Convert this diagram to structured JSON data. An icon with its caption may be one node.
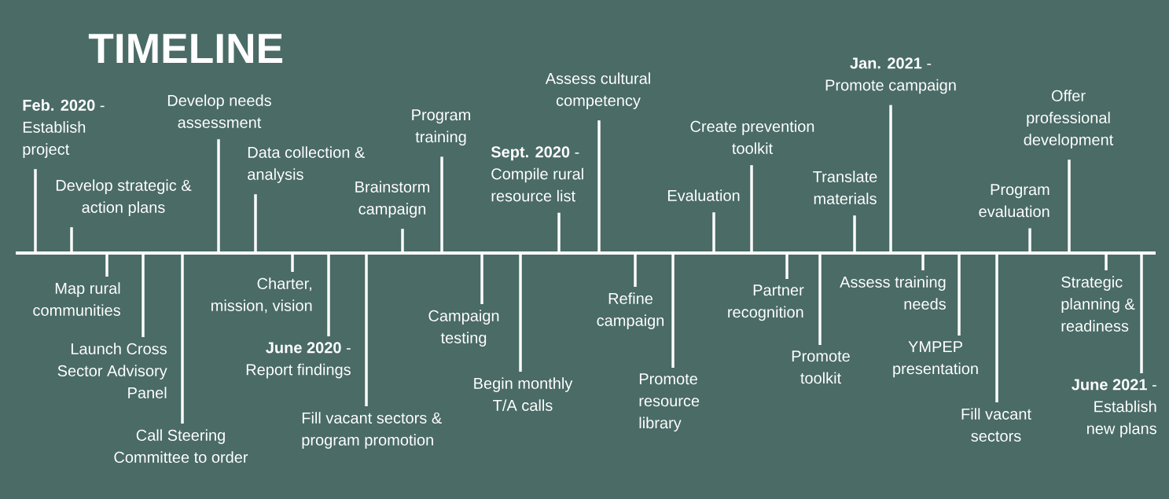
{
  "diagram": {
    "title": "TIMELINE",
    "nodes": [
      {
        "text": [],
        "shape": "bar"
      },
      {
        "text": [
          "**Feb. 2020** - Establish project"
        ]
      },
      {
        "text": [
          "Develop strategic & action plans"
        ]
      },
      {
        "text": [
          "Map rural communities"
        ]
      },
      {
        "text": [
          "Launch Cross Sector Advisory Panel"
        ]
      },
      {
        "text": [
          "Call Steering Committee to order"
        ]
      },
      {
        "text": [
          "Develop needs assessment"
        ]
      },
      {
        "text": [
          "Data collection & analysis"
        ]
      },
      {
        "text": [
          "Charter, mission, vision"
        ]
      },
      {
        "text": [
          "**June 2020** - Report findings"
        ]
      },
      {
        "text": [
          "Fill vacant sectors & program promotion"
        ]
      },
      {
        "text": [
          "Brainstorm campaign"
        ]
      },
      {
        "text": [
          "Program training"
        ]
      },
      {
        "text": [
          "Campaign testing"
        ]
      },
      {
        "text": [
          "Begin monthly T/A calls"
        ]
      },
      {
        "text": [
          "**Sept. 2020** - Compile rural resource list"
        ]
      },
      {
        "text": [
          "Assess cultural competency"
        ]
      },
      {
        "text": [
          "Refine campaign"
        ]
      },
      {
        "text": [
          "Promote resource library"
        ]
      },
      {
        "text": [
          "Evaluation"
        ]
      },
      {
        "text": [
          "Create prevention toolkit"
        ]
      },
      {
        "text": [
          "Partner recognition"
        ]
      },
      {
        "text": [
          "Promote toolkit"
        ]
      },
      {
        "text": [
          "Translate materials"
        ]
      },
      {
        "text": [
          "**Jan. 2021** - Promote campaign"
        ]
      },
      {
        "text": [
          "Assess training needs"
        ]
      },
      {
        "text": [
          "YMPEP presentation"
        ]
      },
      {
        "text": [
          "Fill vacant sectors"
        ]
      },
      {
        "text": [
          "Program evaluation"
        ]
      },
      {
        "text": [
          "Offer professional development"
        ]
      },
      {
        "text": [
          "Strategic planning & readiness"
        ]
      },
      {
        "text": [
          "**June 2021** - Establish new plans"
        ]
      }
    ],
    "edges": [
      {
        "from": 1,
        "to": 0,
        "arrow": "none"
      },
      {
        "from": 2,
        "to": 0,
        "arrow": "none"
      },
      {
        "from": 3,
        "to": 0,
        "arrow": "none"
      },
      {
        "from": 4,
        "to": 0,
        "arrow": "none"
      },
      {
        "from": 5,
        "to": 0,
        "arrow": "none"
      },
      {
        "from": 6,
        "to": 0,
        "arrow": "none"
      },
      {
        "from": 7,
        "to": 0,
        "arrow": "none"
      },
      {
        "from": 8,
        "to": 0,
        "arrow": "none"
      },
      {
        "from": 9,
        "to": 0,
        "arrow": "none"
      },
      {
        "from": 10,
        "to": 0,
        "arrow": "none"
      },
      {
        "from": 11,
        "to": 0,
        "arrow": "none"
      },
      {
        "from": 12,
        "to": 0,
        "arrow": "none"
      },
      {
        "from": 13,
        "to": 0,
        "arrow": "none"
      },
      {
        "from": 14,
        "to": 0,
        "arrow": "none"
      },
      {
        "from": 15,
        "to": 0,
        "arrow": "none"
      },
      {
        "from": 16,
        "to": 0,
        "arrow": "none"
      },
      {
        "from": 17,
        "to": 0,
        "arrow": "none"
      },
      {
        "from": 18,
        "to": 0,
        "arrow": "none"
      },
      {
        "from": 19,
        "to": 0,
        "arrow": "none"
      },
      {
        "from": 20,
        "to": 0,
        "arrow": "none"
      },
      {
        "from": 21,
        "to": 0,
        "arrow": "none"
      },
      {
        "from": 22,
        "to": 0,
        "arrow": "none"
      },
      {
        "from": 23,
        "to": 0,
        "arrow": "none"
      },
      {
        "from": 24,
        "to": 0,
        "arrow": "none"
      },
      {
        "from": 25,
        "to": 0,
        "arrow": "none"
      },
      {
        "from": 26,
        "to": 0,
        "arrow": "none"
      },
      {
        "from": 27,
        "to": 0,
        "arrow": "none"
      },
      {
        "from": 28,
        "to": 0,
        "arrow": "none"
      },
      {
        "from": 29,
        "to": 0,
        "arrow": "none"
      },
      {
        "from": 30,
        "to": 0,
        "arrow": "none"
      },
      {
        "from": 31,
        "to": 0,
        "arrow": "none"
      }
    ]
  }
}
